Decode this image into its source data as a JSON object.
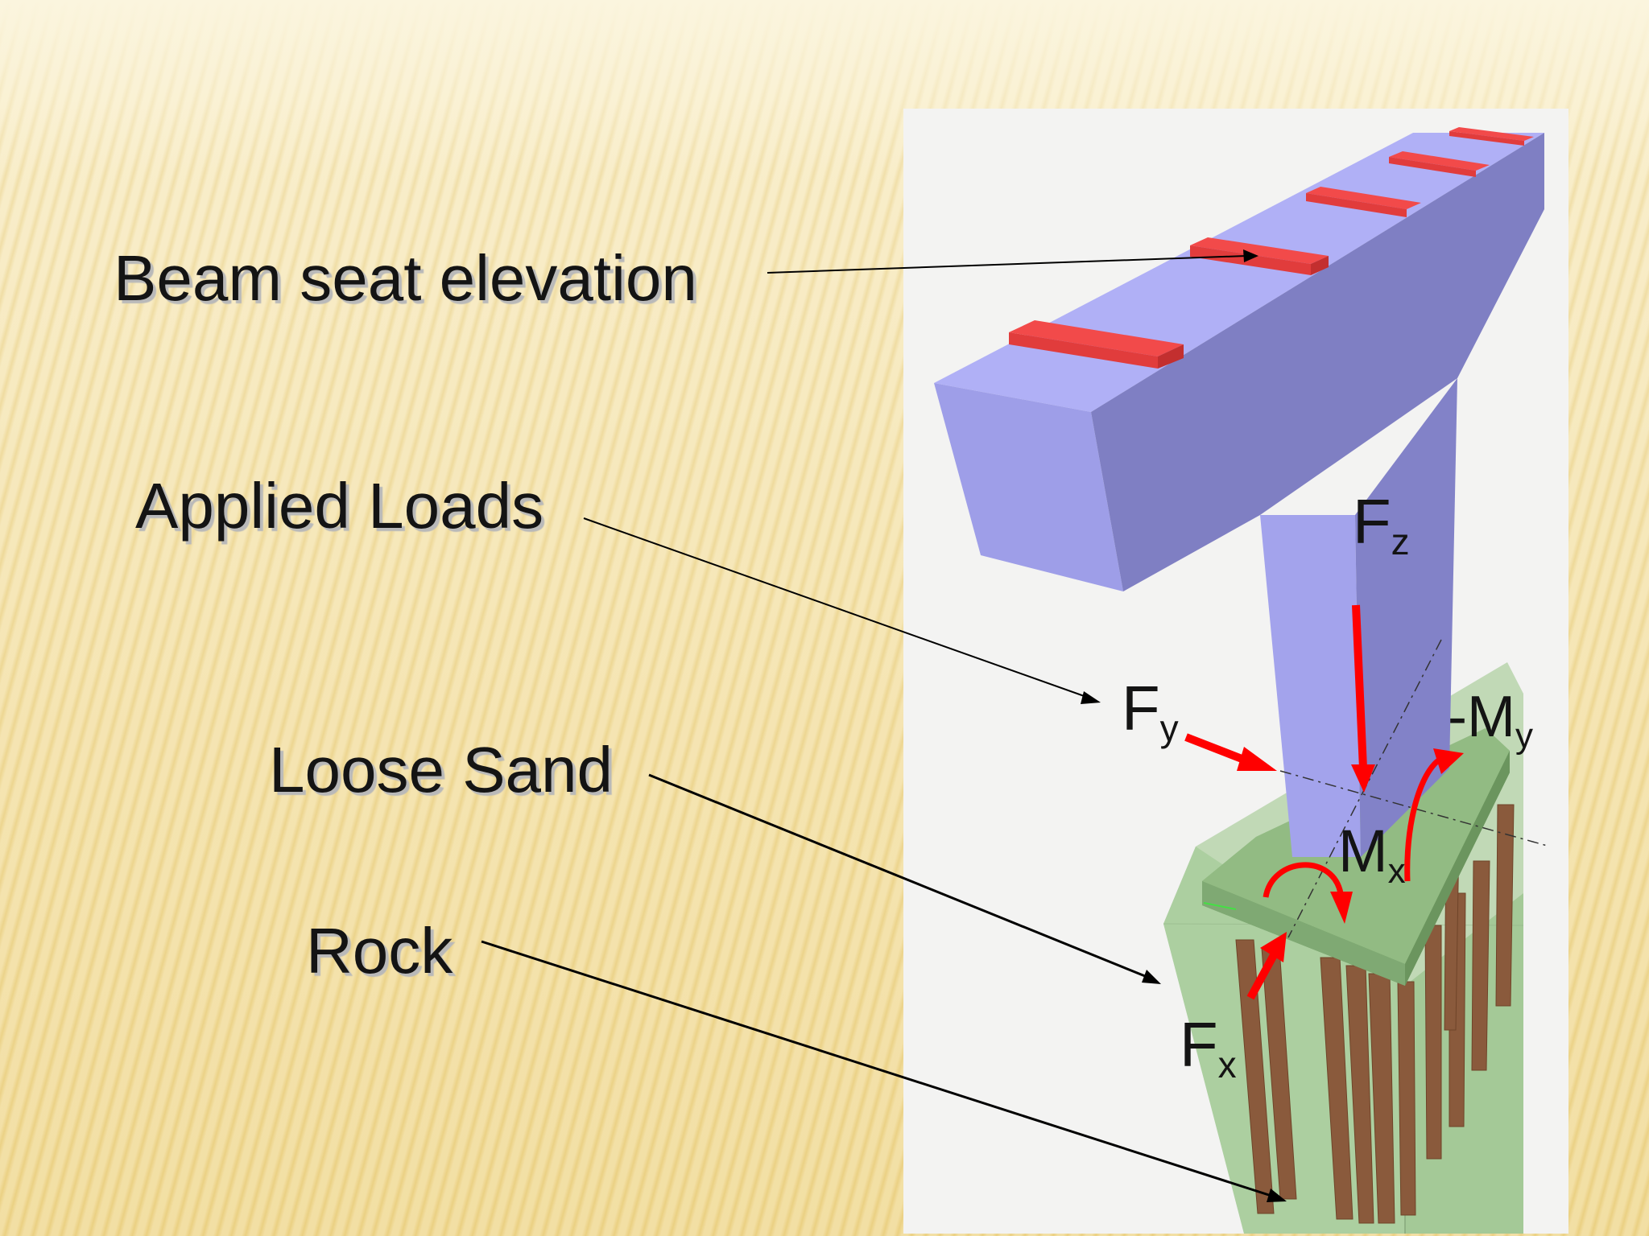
{
  "labels": {
    "beam_seat": "Beam seat elevation",
    "applied_loads": "Applied Loads",
    "loose_sand": "Loose Sand",
    "rock": "Rock"
  },
  "forces": {
    "fz": {
      "main": "F",
      "sub": "z"
    },
    "fy": {
      "main": "F",
      "sub": "y"
    },
    "my": {
      "main": "-M",
      "sub": "y"
    },
    "mx": {
      "main": "M",
      "sub": "x"
    },
    "fx": {
      "main": "F",
      "sub": "x"
    }
  },
  "colors": {
    "pier": "#a3a3ec",
    "pier_dark": "#8080c4",
    "bearing": "#f24a4a",
    "footing": "#8db57e",
    "soil": "#a9cfa0",
    "pile": "#8a5a3c",
    "load_arrow": "#ff0000"
  }
}
